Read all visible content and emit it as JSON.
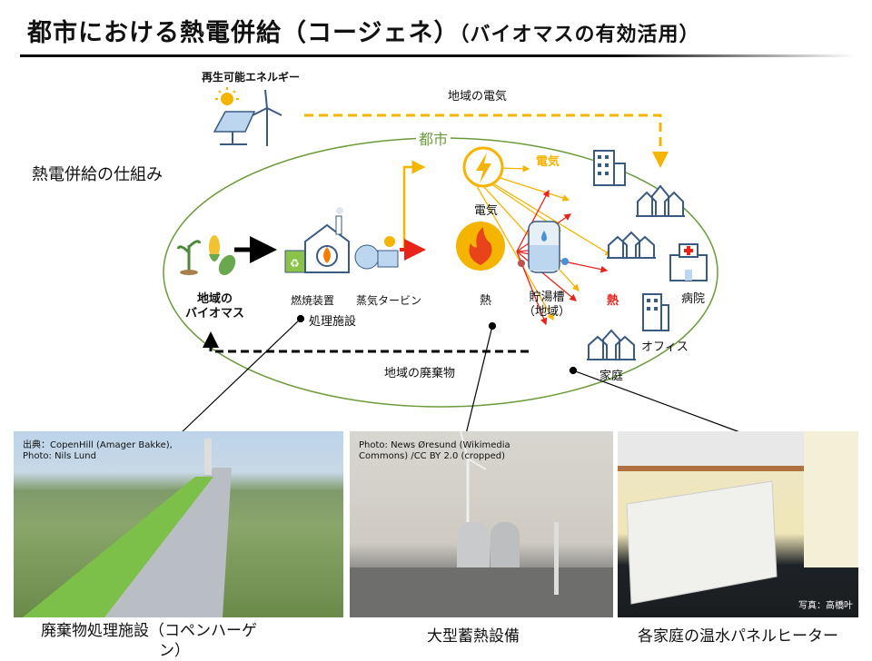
{
  "title": {
    "main": "都市における熱電併給（コージェネ）",
    "sub": "（バイオマスの有効活用）"
  },
  "diagram": {
    "renewable_label": "再生可能エネルギー",
    "regional_electricity": "地域の電気",
    "city_label": "都市",
    "chp_mechanism": "熱電併給の仕組み",
    "biomass": [
      "地域の",
      "バイオマス"
    ],
    "combustion": "燃焼装置",
    "steam_turbine": "蒸気タービン",
    "processing_facility": "処理施設",
    "electricity": "電気",
    "electricity_arrow": "電気",
    "heat": "熱",
    "heat_arrow": "熱",
    "hot_water_tank": [
      "貯湯槽",
      "（地域）"
    ],
    "hospital": "病院",
    "office": "オフィス",
    "home": "家庭",
    "regional_waste": "地域の廃棄物",
    "colors": {
      "electric": "#f5b400",
      "heat": "#e8231a",
      "city": "#6a9a3a"
    }
  },
  "photos": [
    {
      "credit": [
        "出典：CopenHill (Amager Bakke),",
        "Photo: Nils Lund"
      ],
      "caption": [
        "廃棄物処理施設（コペンハーゲ",
        "ン）"
      ]
    },
    {
      "credit": [
        "Photo: News Øresund (Wikimedia",
        "Commons) /CC BY 2.0  (cropped)"
      ],
      "caption": [
        "大型蓄熱設備"
      ]
    },
    {
      "credit": [
        "写真：高橋叶"
      ],
      "caption": [
        "各家庭の温水パネルヒーター"
      ]
    }
  ]
}
